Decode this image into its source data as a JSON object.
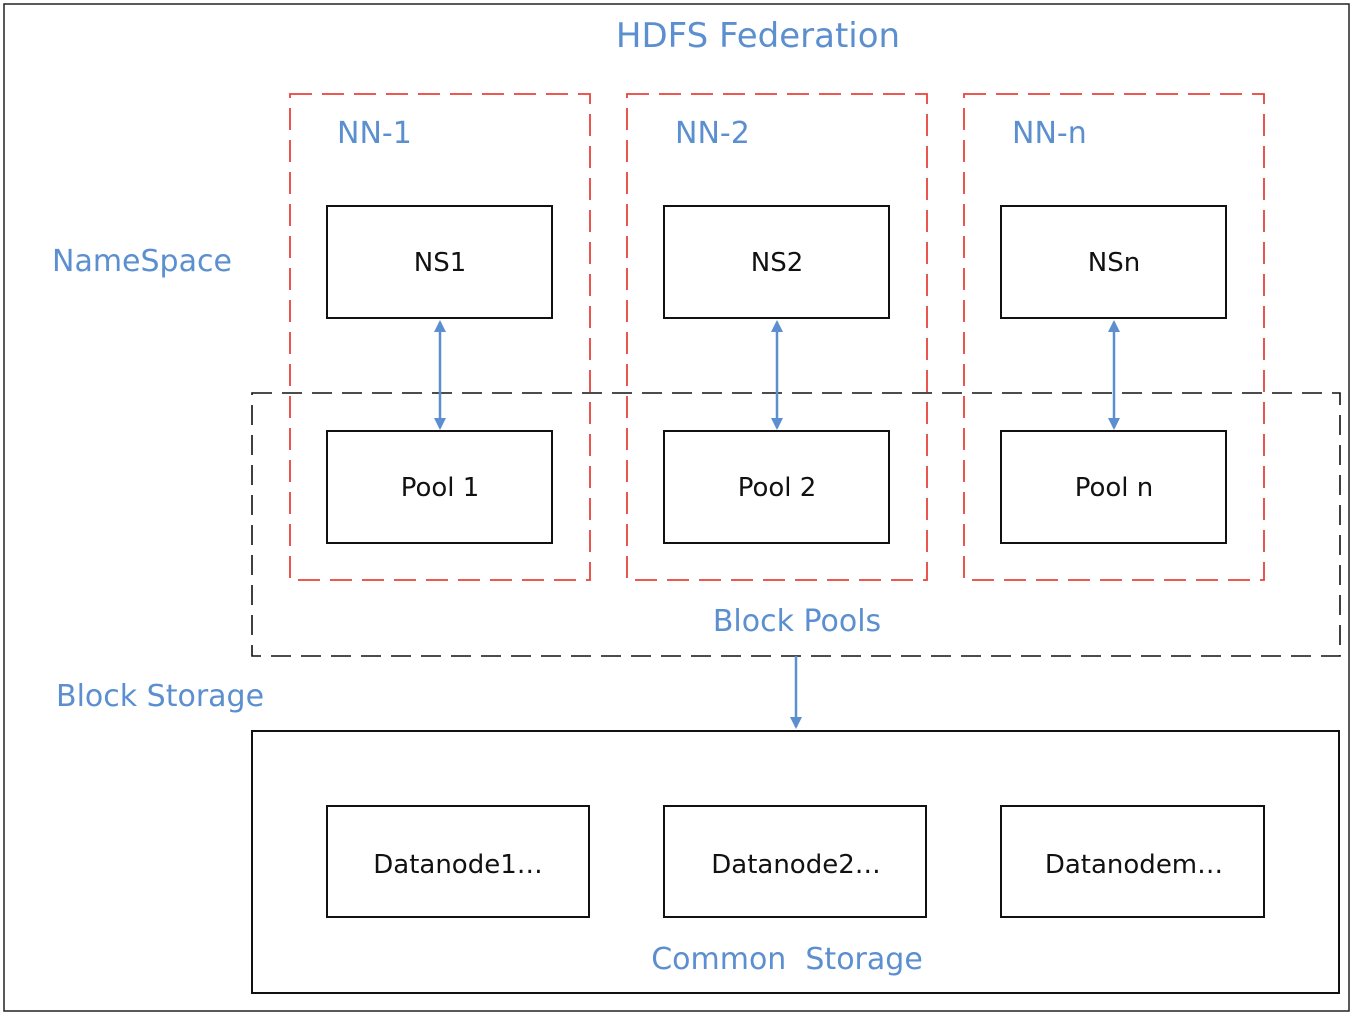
{
  "title": "HDFS Federation",
  "layers": {
    "namespace": "NameSpace",
    "block_storage": "Block Storage"
  },
  "namenodes": [
    {
      "label": "NN-1",
      "namespace": "NS1",
      "pool": "Pool 1"
    },
    {
      "label": "NN-2",
      "namespace": "NS2",
      "pool": "Pool 2"
    },
    {
      "label": "NN-n",
      "namespace": "NSn",
      "pool": "Pool n"
    }
  ],
  "block_pools_label": "Block Pools",
  "common_storage": {
    "label": "Common  Storage",
    "datanodes": [
      "Datanode1…",
      "Datanode2…",
      "Datanodem…"
    ]
  },
  "colors": {
    "label_blue": "#5b8fcf",
    "arrow_blue": "#5b8fcf",
    "namenode_border": "#e8433a",
    "box_border": "#111111"
  }
}
